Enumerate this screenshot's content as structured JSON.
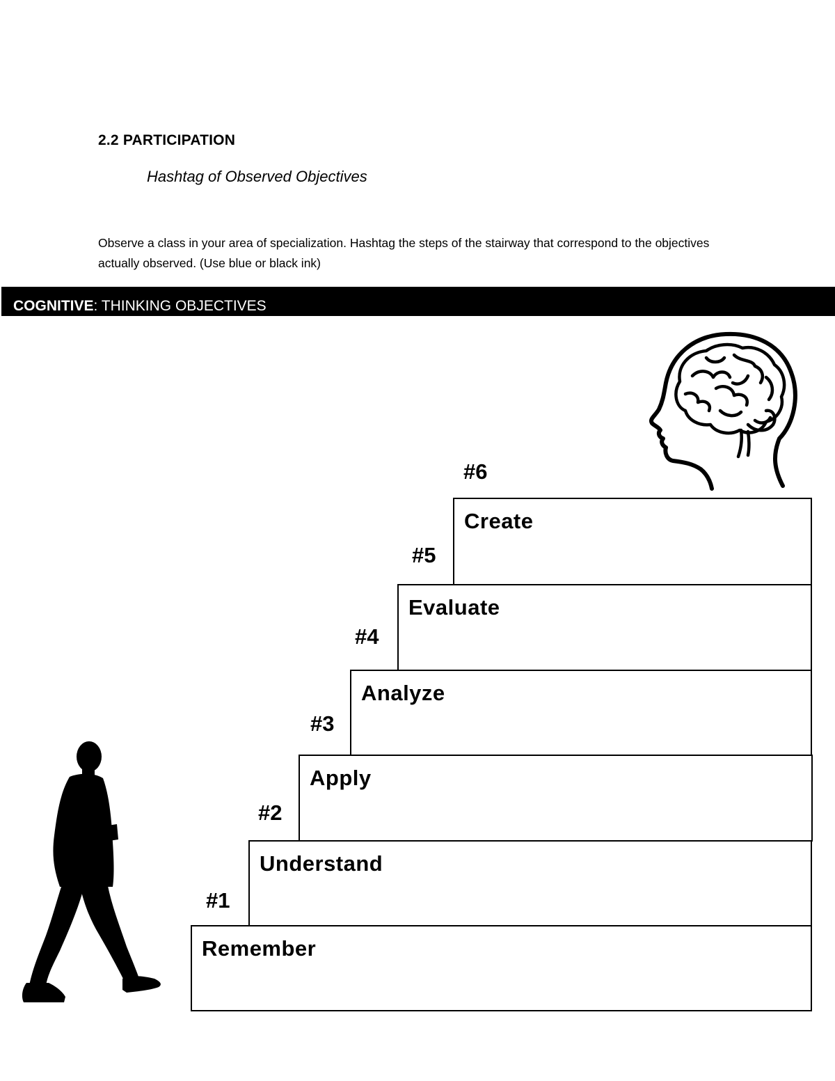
{
  "section": {
    "title": "2.2 PARTICIPATION",
    "subtitle": "Hashtag of Observed Objectives"
  },
  "instructions": "Observe a class in your area of specialization. Hashtag the steps of the stairway that correspond to the objectives actually observed. (Use blue or black ink)",
  "banner": {
    "bold": "COGNITIVE",
    "rest": ": THINKING OBJECTIVES",
    "background": "#000000",
    "color": "#ffffff"
  },
  "stairway": {
    "steps": [
      {
        "hashtag": "#1",
        "label": "Remember"
      },
      {
        "hashtag": "#2",
        "label": "Understand"
      },
      {
        "hashtag": "#3",
        "label": "Apply"
      },
      {
        "hashtag": "#4",
        "label": "Analyze"
      },
      {
        "hashtag": "#5",
        "label": "Evaluate"
      },
      {
        "hashtag": "#6",
        "label": "Create"
      }
    ]
  },
  "illustrations": {
    "brain_icon": "head-with-brain-icon",
    "walker_icon": "walking-person-silhouette-icon"
  }
}
